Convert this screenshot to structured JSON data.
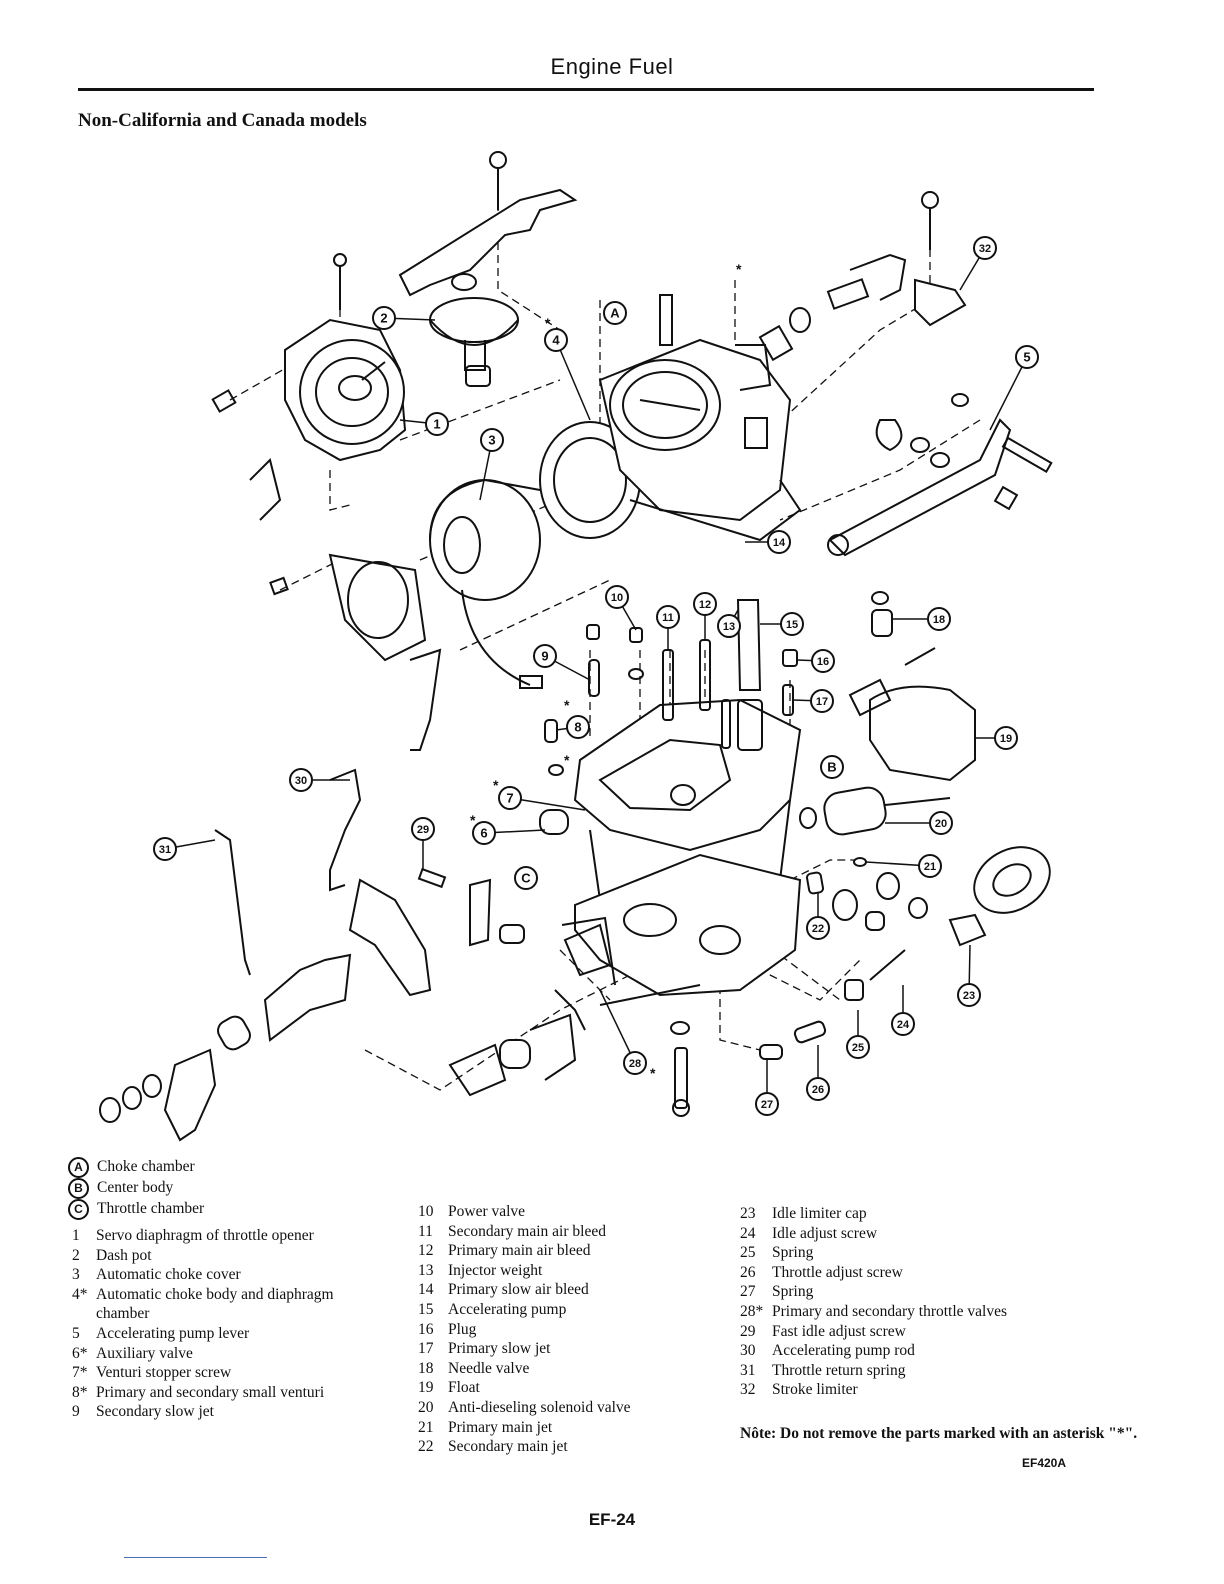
{
  "header": {
    "title": "Engine Fuel"
  },
  "subtitle": "Non-California and Canada models",
  "callouts": {
    "letters": [
      "A",
      "B",
      "C"
    ],
    "numbers": [
      "1",
      "2",
      "3",
      "4",
      "5",
      "6",
      "7",
      "8",
      "9",
      "10",
      "11",
      "12",
      "13",
      "14",
      "15",
      "16",
      "17",
      "18",
      "19",
      "20",
      "21",
      "22",
      "23",
      "24",
      "25",
      "26",
      "27",
      "28",
      "29",
      "30",
      "31",
      "32"
    ],
    "asterisk": "*"
  },
  "legend": {
    "letters": [
      {
        "key": "A",
        "label": "Choke chamber"
      },
      {
        "key": "B",
        "label": "Center body"
      },
      {
        "key": "C",
        "label": "Throttle chamber"
      }
    ],
    "col1": [
      {
        "num": "1",
        "label": "Servo diaphragm of throttle opener"
      },
      {
        "num": "2",
        "label": "Dash pot"
      },
      {
        "num": "3",
        "label": "Automatic choke cover"
      },
      {
        "num": "4*",
        "label": "Automatic choke body and diaphragm chamber"
      },
      {
        "num": "5",
        "label": "Accelerating pump lever"
      },
      {
        "num": "6*",
        "label": "Auxiliary valve"
      },
      {
        "num": "7*",
        "label": "Venturi stopper screw"
      },
      {
        "num": "8*",
        "label": "Primary and secondary small venturi"
      },
      {
        "num": "9",
        "label": "Secondary slow jet"
      }
    ],
    "col2": [
      {
        "num": "10",
        "label": "Power valve"
      },
      {
        "num": "11",
        "label": "Secondary main air bleed"
      },
      {
        "num": "12",
        "label": "Primary main air bleed"
      },
      {
        "num": "13",
        "label": "Injector weight"
      },
      {
        "num": "14",
        "label": "Primary slow air bleed"
      },
      {
        "num": "15",
        "label": "Accelerating pump"
      },
      {
        "num": "16",
        "label": "Plug"
      },
      {
        "num": "17",
        "label": "Primary slow jet"
      },
      {
        "num": "18",
        "label": "Needle valve"
      },
      {
        "num": "19",
        "label": "Float"
      },
      {
        "num": "20",
        "label": "Anti-dieseling solenoid valve"
      },
      {
        "num": "21",
        "label": "Primary main jet"
      },
      {
        "num": "22",
        "label": "Secondary main jet"
      }
    ],
    "col3": [
      {
        "num": "23",
        "label": "Idle limiter cap"
      },
      {
        "num": "24",
        "label": "Idle adjust screw"
      },
      {
        "num": "25",
        "label": "Spring"
      },
      {
        "num": "26",
        "label": "Throttle adjust screw"
      },
      {
        "num": "27",
        "label": "Spring"
      },
      {
        "num": "28*",
        "label": "Primary and secondary throttle valves"
      },
      {
        "num": "29",
        "label": "Fast idle adjust screw"
      },
      {
        "num": "30",
        "label": "Accelerating pump rod"
      },
      {
        "num": "31",
        "label": "Throttle return spring"
      },
      {
        "num": "32",
        "label": "Stroke limiter"
      }
    ],
    "note_prefix": "Nôte:",
    "note_text": "Do not remove the parts marked with an asterisk \"*\"."
  },
  "figure_code": "EF420A",
  "page_number": "EF-24"
}
